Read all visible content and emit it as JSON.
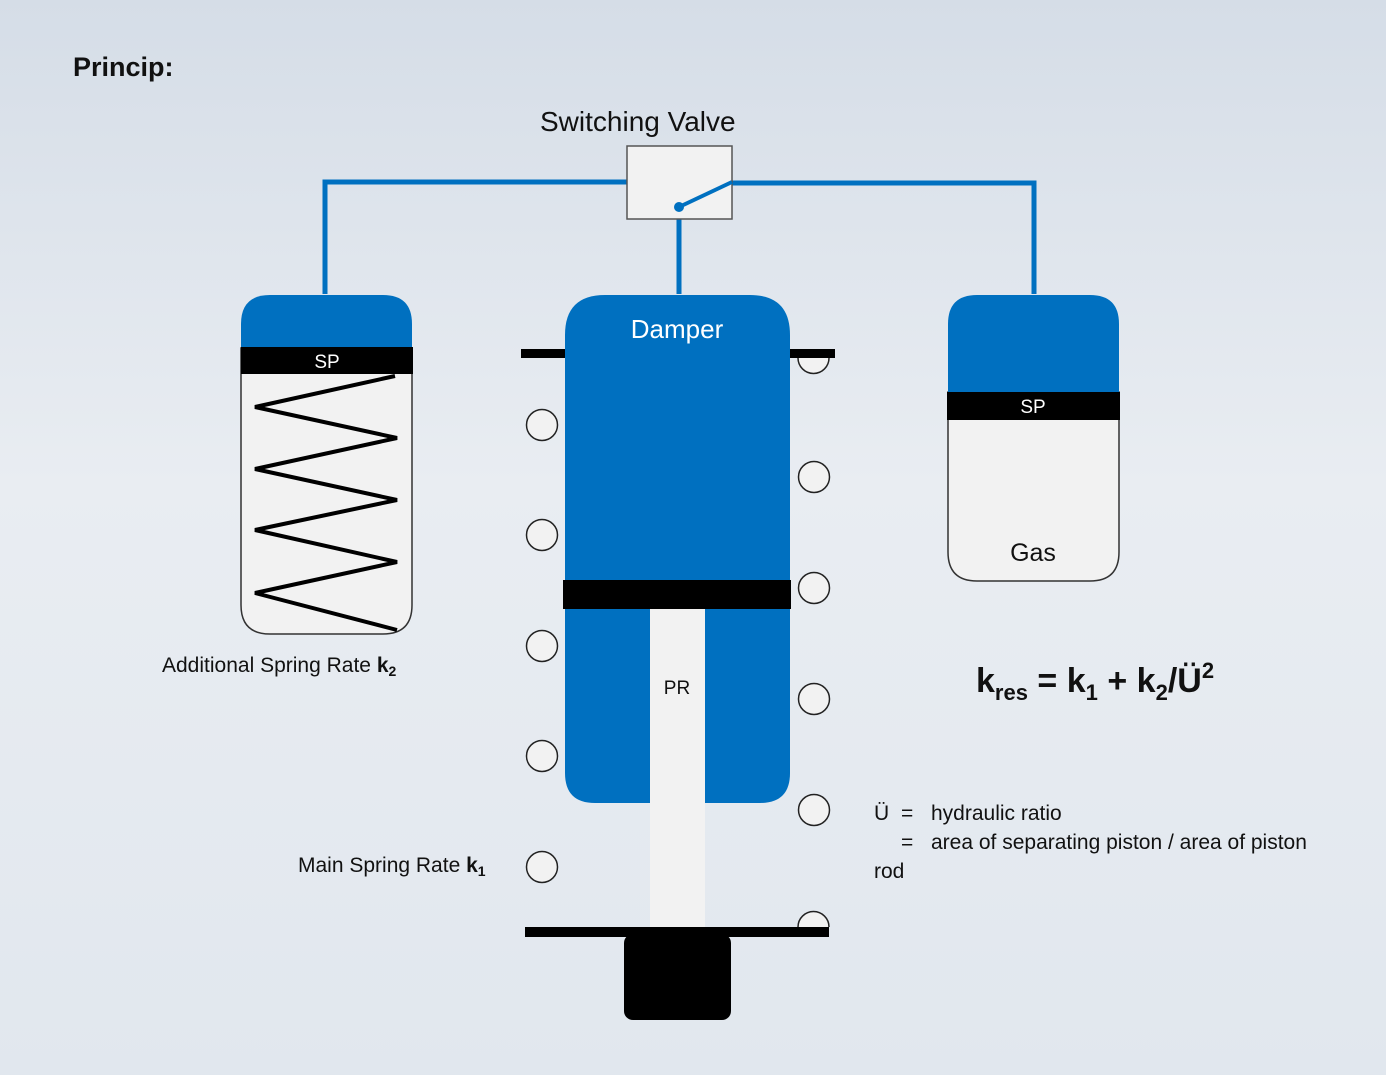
{
  "title": "Princip:",
  "valve": {
    "label": "Switching Valve"
  },
  "damper": {
    "label": "Damper",
    "rod_label": "PR"
  },
  "left_accumulator": {
    "piston_label": "SP",
    "caption": "Additional Spring Rate ",
    "caption_sub": "k",
    "caption_index": "2"
  },
  "right_accumulator": {
    "piston_label": "SP",
    "gas_label": "Gas"
  },
  "main_spring": {
    "caption": "Main Spring Rate ",
    "caption_sub": "k",
    "caption_index": "1"
  },
  "formula": {
    "k": "k",
    "res": "res",
    "eq": " = k",
    "i1": "1",
    "plus": " + k",
    "i2": "2",
    "rest": "/Ü",
    "sq": "2"
  },
  "definition": {
    "symbol": "Ü",
    "eq": "=",
    "line1": "hydraulic ratio",
    "line2": "area of separating piston / area of piston",
    "line3": "rod"
  },
  "colors": {
    "blue": "#0070c0",
    "black": "#000000",
    "light": "#f2f2f2"
  }
}
